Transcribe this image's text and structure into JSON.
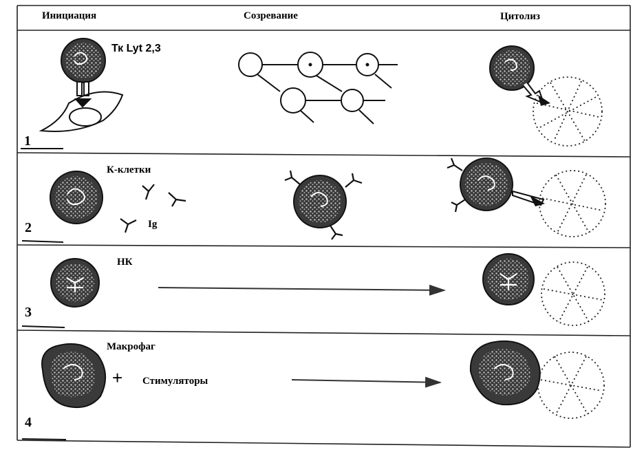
{
  "headers": {
    "initiation": "Инициация",
    "maturation": "Созревание",
    "cytolysis": "Цитолиз"
  },
  "rows": [
    {
      "number": "1",
      "labels": {
        "tk": "Тк Lyt 2,3"
      }
    },
    {
      "number": "2",
      "labels": {
        "k_cells": "К-клетки",
        "ig": "Ig"
      }
    },
    {
      "number": "3",
      "labels": {
        "nk": "НК"
      }
    },
    {
      "number": "4",
      "labels": {
        "macrophage": "Макрофаг",
        "plus": "+",
        "stimulators": "Стимуляторы"
      }
    }
  ]
}
